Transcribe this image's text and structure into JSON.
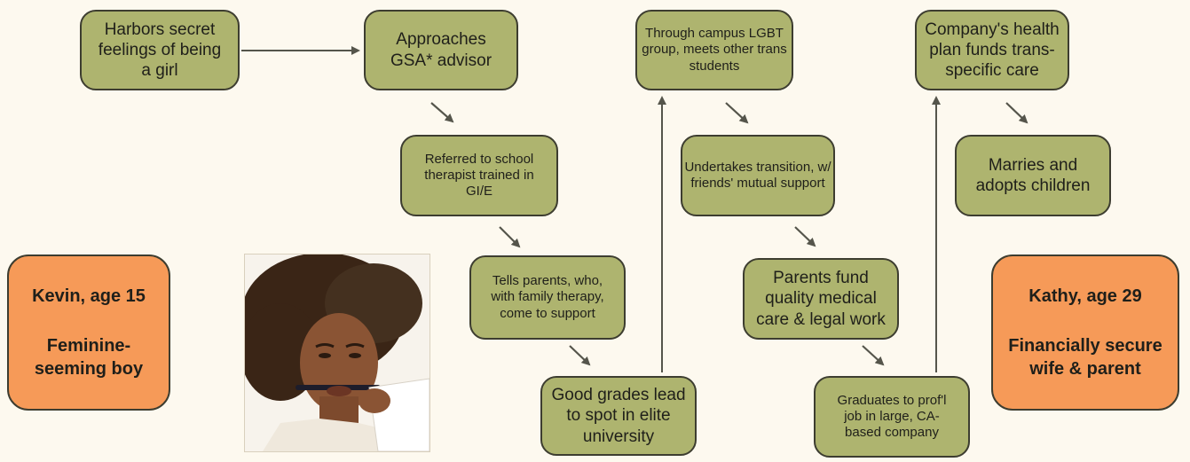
{
  "colors": {
    "background": "#fdf9ef",
    "step_box": "#aeb46f",
    "person_box": "#f69a58",
    "border": "#3d3d30",
    "arrow": "#55554b"
  },
  "steps": {
    "harbors": "Harbors secret feelings of being a girl",
    "approaches": "Approaches GSA* advisor",
    "referred": "Referred to school therapist trained in GI/E",
    "tells": "Tells parents, who, with family therapy, come to support",
    "grades": "Good grades lead to spot in elite university",
    "campus": "Through campus LGBT group, meets other trans students",
    "undertakes": "Undertakes transition, w/ friends' mutual support",
    "parents_fund": "Parents fund quality medical care & legal work",
    "graduates": "Graduates to prof'l job in large, CA-based company",
    "health_plan": "Company's health plan funds trans-specific care",
    "marries": "Marries and adopts children"
  },
  "start_person": {
    "name": "Kevin, age 15",
    "description": "Feminine-seeming boy"
  },
  "end_person": {
    "name": "Kathy, age 29",
    "description": "Financially secure wife & parent"
  },
  "photo": {
    "icon": "person-portrait-photo"
  }
}
